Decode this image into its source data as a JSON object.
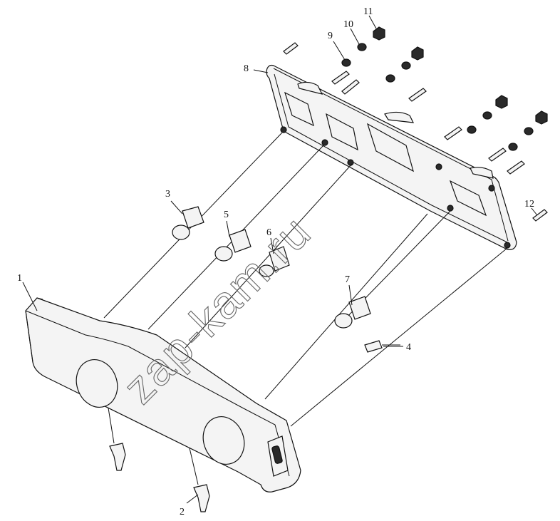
{
  "callouts": [
    "1",
    "2",
    "3",
    "4",
    "5",
    "6",
    "7",
    "8",
    "9",
    "10",
    "11",
    "12"
  ],
  "watermark": "zap-kam.ru"
}
